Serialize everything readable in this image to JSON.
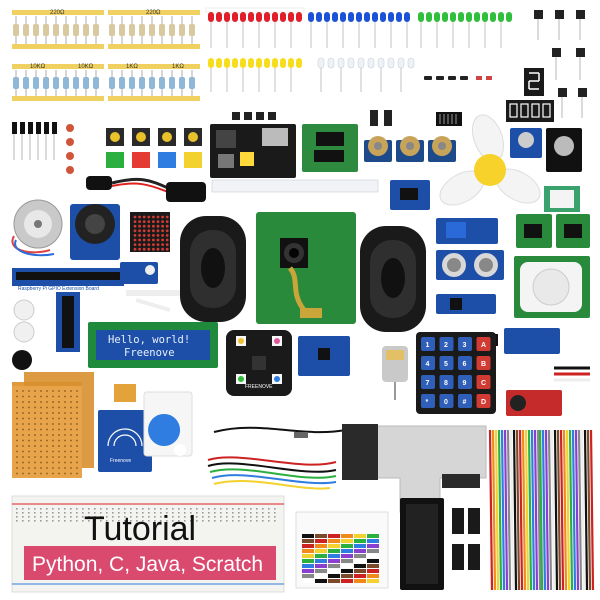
{
  "resistors": {
    "row1_left": "220Ω",
    "row1_right": "220Ω",
    "row2_a": "10KΩ",
    "row2_b": "10KΩ",
    "row2_c": "1KΩ",
    "row2_d": "1KΩ"
  },
  "lcd": {
    "line1": "Hello, world!",
    "line2": "Freenove"
  },
  "extension_board": {
    "label": "Raspberry Pi GPIO Extension Board"
  },
  "freenove_board": {
    "label": "FREENOVE"
  },
  "rfid": {
    "label": "Freenove"
  },
  "keypad": {
    "keys": [
      "1",
      "2",
      "3",
      "A",
      "4",
      "5",
      "6",
      "B",
      "7",
      "8",
      "9",
      "C",
      "*",
      "0",
      "#",
      "D"
    ]
  },
  "tutorial": {
    "title": "Tutorial",
    "subtitle": "Python, C, Java, Scratch"
  },
  "colors": {
    "pcb_green": "#1f8a3c",
    "pcb_blue": "#1d4fa8",
    "tutorial_banner": "#d94a6e",
    "breadboard": "#f3f3f0"
  }
}
